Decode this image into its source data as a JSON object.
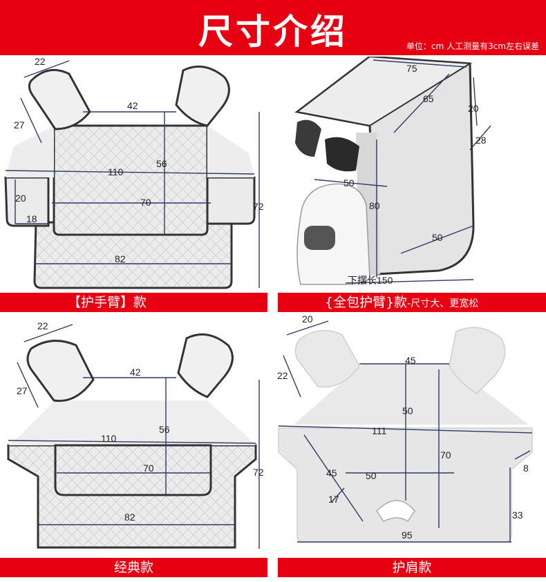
{
  "header": {
    "title": "尺寸介绍",
    "unit_note": "单位：cm 人工测量有3cm左右误差",
    "color": "#e60012"
  },
  "panels": {
    "arm": {
      "label": "【护手臂】款",
      "dims": {
        "hand_width": "22",
        "hand_height": "27",
        "neck": "42",
        "length": "56",
        "width": "110",
        "inner_width": "70",
        "side_height": "20",
        "side_width": "18",
        "total_height": "72",
        "bottom_width": "82"
      }
    },
    "full": {
      "label": "{全包护臂}款",
      "label_note": "-尺寸大、更宽松",
      "dims": {
        "top_width": "75",
        "top_depth": "65",
        "side_top": "20",
        "side_depth": "28",
        "front_width": "50",
        "height": "80",
        "side_width": "50",
        "hem": "下摆长150"
      }
    },
    "classic": {
      "label": "经典款",
      "dims": {
        "hand_width": "22",
        "hand_height": "27",
        "neck": "42",
        "length": "56",
        "width": "110",
        "inner_width": "70",
        "total_height": "72",
        "bottom_width": "82"
      }
    },
    "shoulder": {
      "label": "护肩款",
      "dims": {
        "hand_width": "20",
        "hand_height": "22",
        "neck": "45",
        "center": "50",
        "width": "111",
        "height": "70",
        "diag": "45",
        "inner": "50",
        "right_top": "8",
        "small": "17",
        "right_bottom": "33",
        "bottom": "95"
      }
    }
  }
}
